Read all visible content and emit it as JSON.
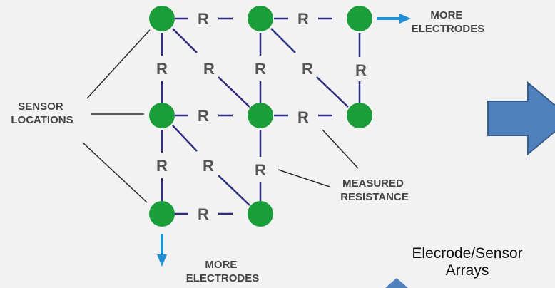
{
  "colors": {
    "node": "#1a9e3a",
    "wire": "#2e2e7e",
    "pointer": "#2b2b2b",
    "blue_arrow": "#1f8fd6",
    "big_arrow_fill": "#4f81bd",
    "big_arrow_stroke": "#385d8a",
    "background": "#f2f2f2"
  },
  "labels": {
    "resistor": "R",
    "more_electrodes_right": [
      "MORE",
      "ELECTRODES"
    ],
    "more_electrodes_bottom": [
      "MORE",
      "ELECTRODES"
    ],
    "sensor_locations": [
      "SENSOR",
      "LOCATIONS"
    ],
    "measured_resistance": [
      "MEASURED",
      "RESISTANCE"
    ]
  },
  "caption": {
    "line1": "Elecrode/Sensor",
    "line2": "Arrays"
  },
  "icons": [
    "right-arrow-icon",
    "down-arrow-icon",
    "large-block-arrow-icon"
  ]
}
